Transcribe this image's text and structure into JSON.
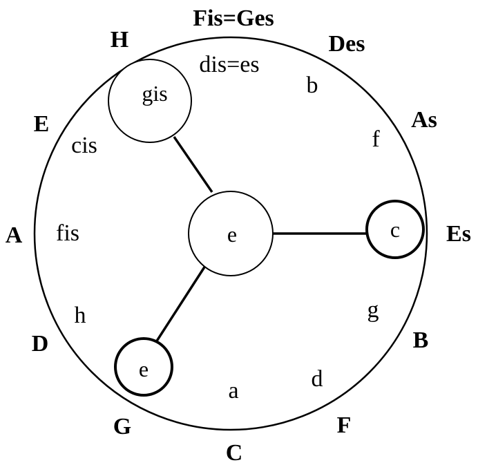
{
  "outer_ring": [
    "C",
    "G",
    "D",
    "A",
    "E",
    "H",
    "Fis=Ges",
    "Des",
    "As",
    "Es",
    "B",
    "F"
  ],
  "inner_ring": [
    "a",
    "e",
    "h",
    "fis",
    "cis",
    "gis",
    "dis=es",
    "b",
    "f",
    "c",
    "g",
    "d"
  ],
  "center_node": "e",
  "spoke_nodes": [
    "gis",
    "c",
    "e"
  ]
}
